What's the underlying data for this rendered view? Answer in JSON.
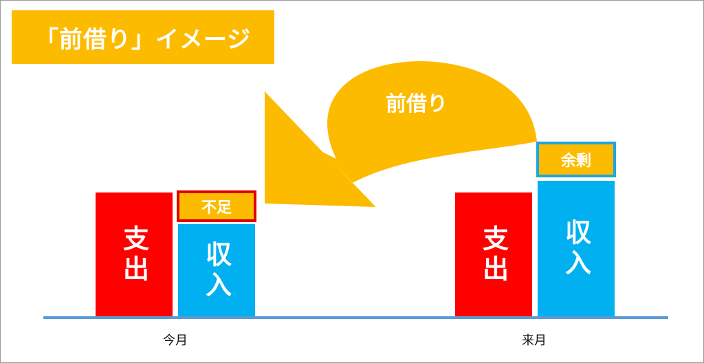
{
  "title": "「前借り」イメージ",
  "arrow_label": "前借り",
  "colors": {
    "accent_yellow": "#FDBB00",
    "expense_red": "#FF0000",
    "income_blue": "#00B0F0",
    "axis_blue": "#5B9BD5",
    "shortage_border": "#E00000",
    "surplus_border": "#1EA6E0"
  },
  "groups": [
    {
      "label": "今月",
      "expense_label": "支出",
      "income_label": "収入",
      "tag_label": "不足"
    },
    {
      "label": "来月",
      "expense_label": "支出",
      "income_label": "収入",
      "tag_label": "余剰"
    }
  ]
}
